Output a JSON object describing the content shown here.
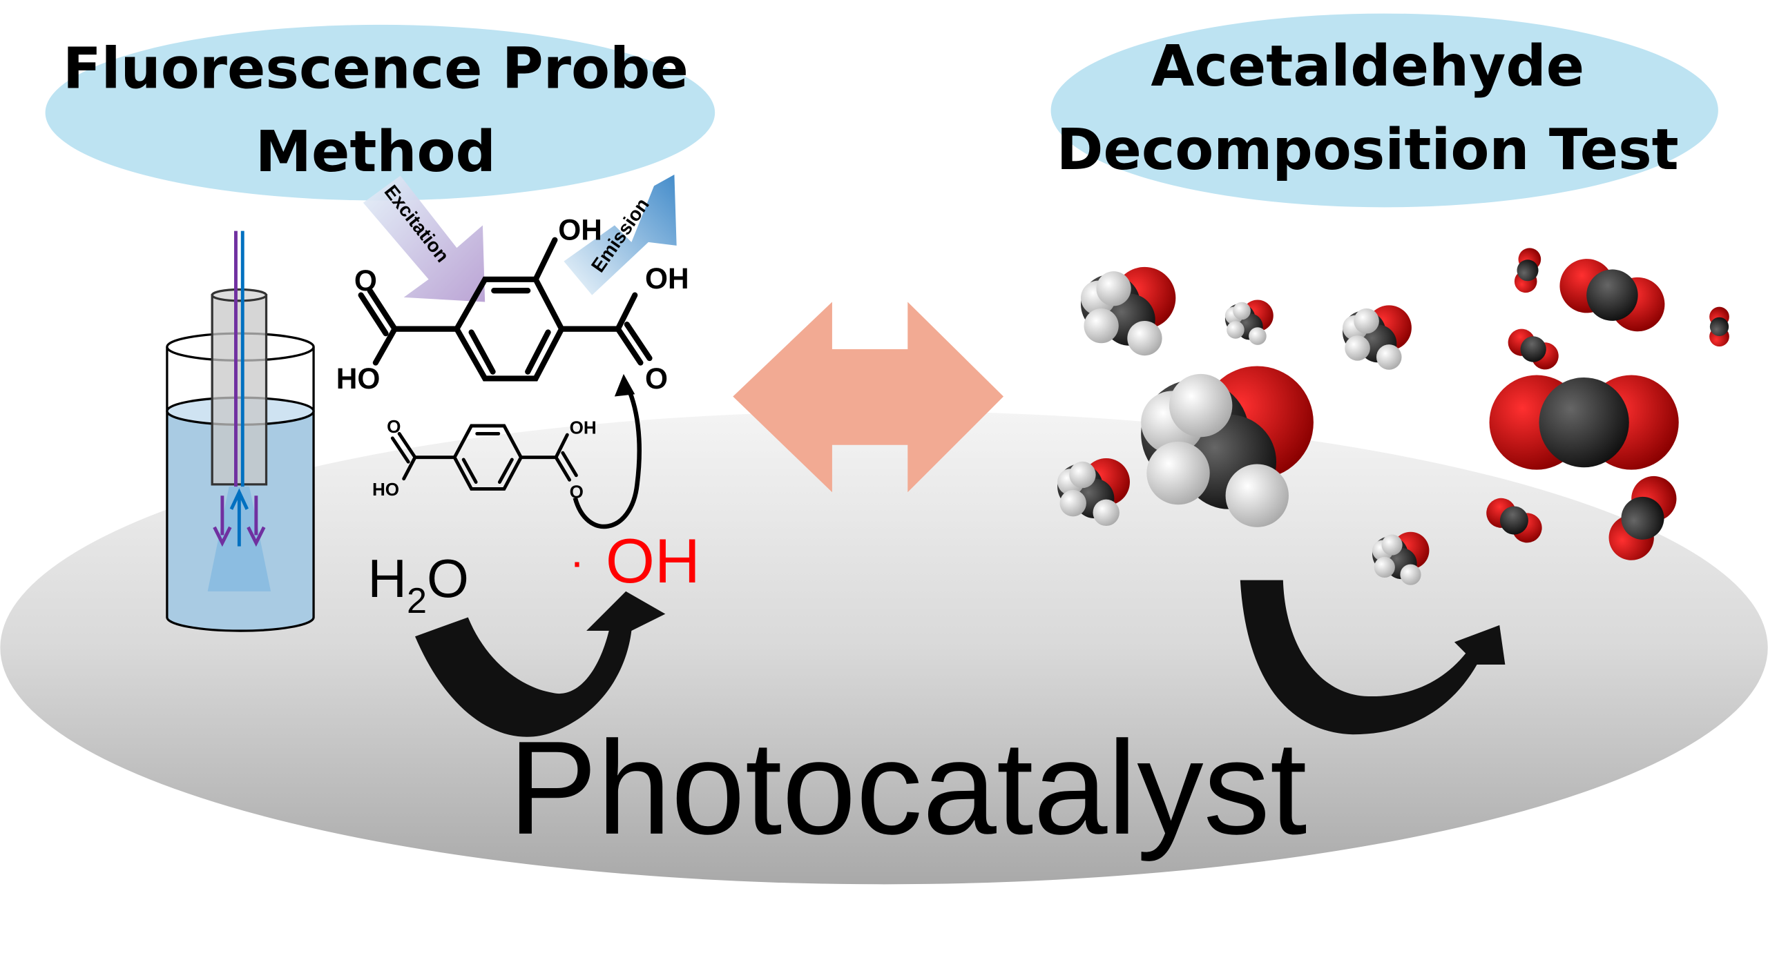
{
  "left_title": {
    "line1": "Fluorescence Probe",
    "line2": "Method"
  },
  "right_title": {
    "line1": "Acetaldehyde",
    "line2": "Decomposition Test"
  },
  "arrows": {
    "excitation": "Excitation",
    "emission": "Emission"
  },
  "hydroxy_tpa": {
    "oh_top": "OH",
    "o_left": "O",
    "ho_left": "HO",
    "oh_right": "OH",
    "o_right": "O"
  },
  "tpa": {
    "o_left": "O",
    "ho_left": "HO",
    "oh_right": "OH",
    "o_right": "O"
  },
  "reaction": {
    "water_h": "H",
    "water_sub": "2",
    "water_o": "O",
    "radical_dot": "·",
    "radical": "OH"
  },
  "base_label": "Photocatalyst",
  "colors": {
    "bubble": "#bde3f2",
    "double_arrow": "#f2aa93",
    "radical": "#ff0000",
    "oxygen": "#d40000",
    "carbon": "#333333"
  }
}
